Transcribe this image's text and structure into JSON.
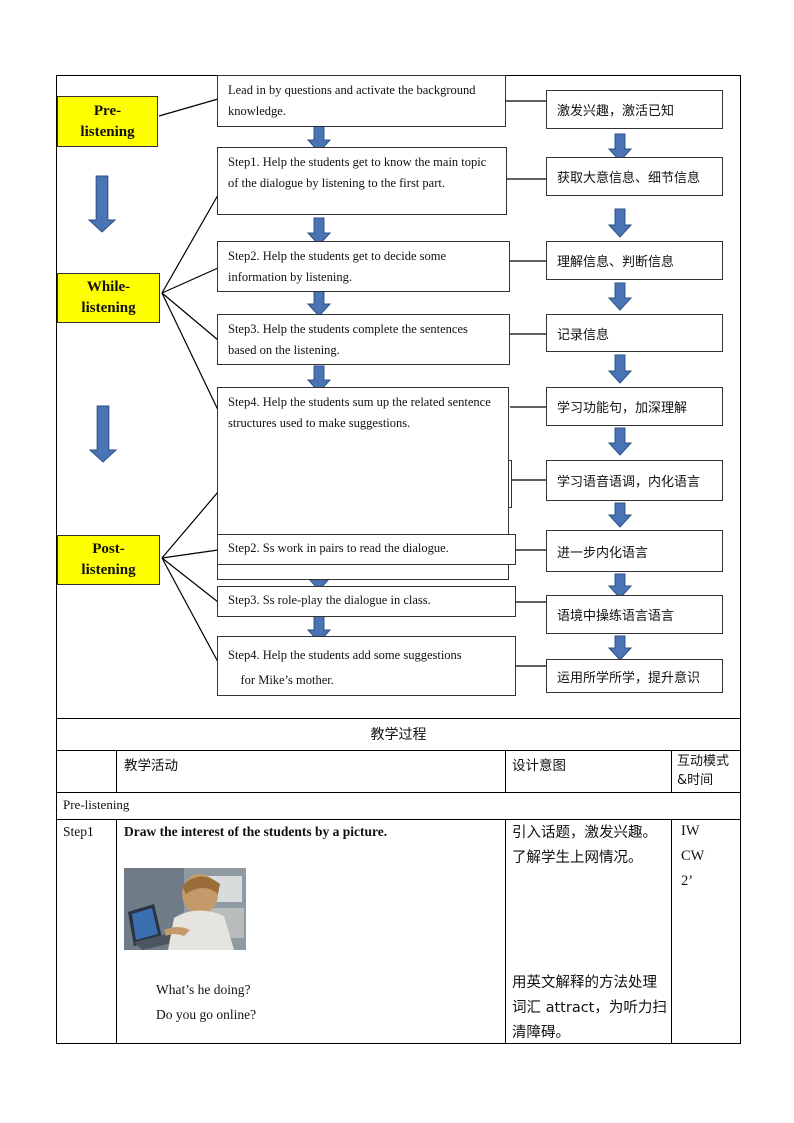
{
  "flowchart": {
    "stages": {
      "pre": "Pre-\nlistening",
      "while": "While-\nlistening",
      "post": "Post-\nlistening"
    },
    "steps": [
      "Lead in by questions and activate the background knowledge.",
      "Step1. Help the students get to know the main topic of the dialogue by listening to the first part.",
      "Step2. Help the students get to decide some information by listening.",
      "Step3. Help the students complete the sentences based on the listening.",
      "Step4. Help the students sum up the related sentence structures used to make suggestions.",
      "Step2. Ss work in pairs to read the dialogue.",
      "Step3. Ss role-play the dialogue in class.",
      "Step4. Help the students add some suggestions\n    for Mike’s mother."
    ],
    "intents": [
      "激发兴趣，激活已知",
      "获取大意信息、细节信息",
      "理解信息、判断信息",
      "记录信息",
      "学习功能句，加深理解",
      "学习语音语调，内化语言",
      "进一步内化语言",
      "语境中操练语言语言",
      "运用所学所学，提升意识"
    ],
    "arrow_color": "#4a74b4"
  },
  "table": {
    "title": "教学过程",
    "headers": {
      "activity": "教学活动",
      "intent": "设计意图",
      "mode": "互动模式\n&时间"
    },
    "section": "Pre-listening",
    "row": {
      "step": "Step1",
      "activity_title": "Draw the interest of the students by a picture.",
      "questions": [
        "What’s he doing?",
        "Do you go online?"
      ],
      "intent_top": "引入话题，激发兴趣。了解学生上网情况。",
      "intent_bottom": "用英文解释的方法处理词汇 attract，为听力扫清障碍。",
      "mode": [
        "IW",
        "CW",
        "2’"
      ]
    }
  }
}
